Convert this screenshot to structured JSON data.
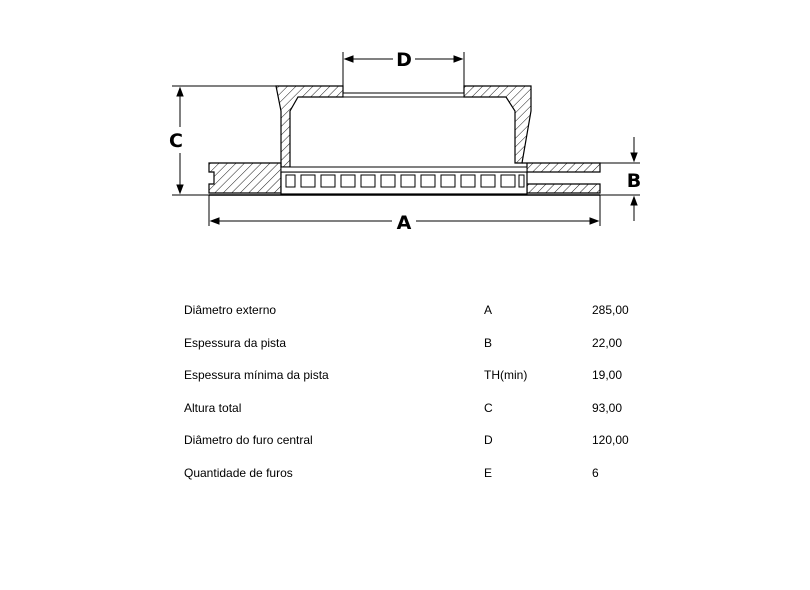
{
  "drawing": {
    "labels": {
      "a": "A",
      "b": "B",
      "c": "C",
      "d": "D"
    }
  },
  "specs": {
    "rows": [
      {
        "name": "Diâmetro externo",
        "code": "A",
        "value": "285,00"
      },
      {
        "name": "Espessura da pista",
        "code": "B",
        "value": "22,00"
      },
      {
        "name": "Espessura mínima da pista",
        "code": "TH(min)",
        "value": "19,00"
      },
      {
        "name": "Altura total",
        "code": "C",
        "value": "93,00"
      },
      {
        "name": "Diâmetro do furo central",
        "code": "D",
        "value": "120,00"
      },
      {
        "name": "Quantidade de furos",
        "code": "E",
        "value": "6"
      }
    ]
  }
}
